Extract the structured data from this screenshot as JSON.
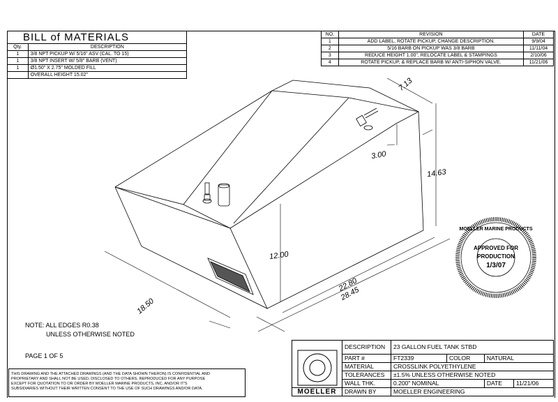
{
  "bom": {
    "title": "BILL of MATERIALS",
    "headers": [
      "Qty.",
      "DESCRIPTION"
    ],
    "rows": [
      {
        "qty": "1",
        "desc": "3/8 NPT PICKUP W/ 5/16\" ASV (CAL. TO 15)"
      },
      {
        "qty": "1",
        "desc": "3/8 NPT INSERT W/ 5/8\" BARB (VENT)"
      },
      {
        "qty": "1",
        "desc": "Ø1.50\" X 2.75\" MOLDED FILL"
      },
      {
        "qty": "",
        "desc": "OVERALL HEIGHT 15.02\""
      }
    ]
  },
  "revisions": {
    "headers": [
      "NO.",
      "REVISION",
      "DATE"
    ],
    "rows": [
      {
        "no": "1",
        "rev": "ADD LABEL, ROTATE PICKUP, CHANGE DESCRIPTION.",
        "date": "9/9/04"
      },
      {
        "no": "2",
        "rev": "5/16 BARB ON PICKUP WAS 3/8 BARB",
        "date": "11/11/04"
      },
      {
        "no": "3",
        "rev": "REDUCE HEIGHT 1.00\", RELOCATE LABEL & STAMPINGS",
        "date": "2/10/06"
      },
      {
        "no": "4",
        "rev": "ROTATE PICKUP, & REPLACE BARB W/ ANTI-SIPHON VALVE.",
        "date": "11/21/06"
      }
    ]
  },
  "dimensions": {
    "width_top": "7.13",
    "height": "14.63",
    "offset": "3.00",
    "front_height": "12.00",
    "length_top": "22.80",
    "length_bottom": "28.45",
    "depth": "18.50"
  },
  "stamp": {
    "ring": "MOELLER MARINE PRODUCTS",
    "line1": "APPROVED FOR",
    "line2": "PRODUCTION",
    "date": "1/3/07"
  },
  "notes": {
    "line1": "NOTE: ALL EDGES R0.38",
    "line2": "UNLESS OTHERWISE NOTED",
    "page": "PAGE 1 OF 5"
  },
  "disclaimer": "THIS DRAWING AND THE ATTACHED DRAWINGS (AND THE DATA SHOWN THERON) IS CONFIDENTIAL AND\nPROPRIETARY AND SHALL NOT BE USED, DISCLOSED TO OTHERS, REPRODUCED FOR ANY PURPOSE\nEXCEPT FOR QUOTATION TO OR ORDER BY MOELLER MARINE PRODUCTS, INC. AND/OR IT'S\nSUBSIDIARIES WITHOUT THEIR WRITTEN CONSENT TO THE USE OF SUCH DRAWINGS AND/OR DATA.",
  "title_block": {
    "logo": "MOELLER",
    "description_label": "DESCRIPTION",
    "description": "23 GALLON FUEL TANK STBD",
    "part_label": "PART #",
    "part": "FT2339",
    "color_label": "COLOR",
    "color": "NATURAL",
    "material_label": "MATERIAL",
    "material": "CROSSLINK POLYETHYLENE",
    "tolerances_label": "TOLERANCES",
    "tolerances": "±1.5% UNLESS OTHERWISE NOTED",
    "wall_label": "WALL THK.",
    "wall": "0.200\" NOMINAL",
    "date_label": "DATE",
    "date": "11/21/06",
    "drawn_label": "DRAWN BY",
    "drawn": "MOELLER ENGINEERING"
  }
}
